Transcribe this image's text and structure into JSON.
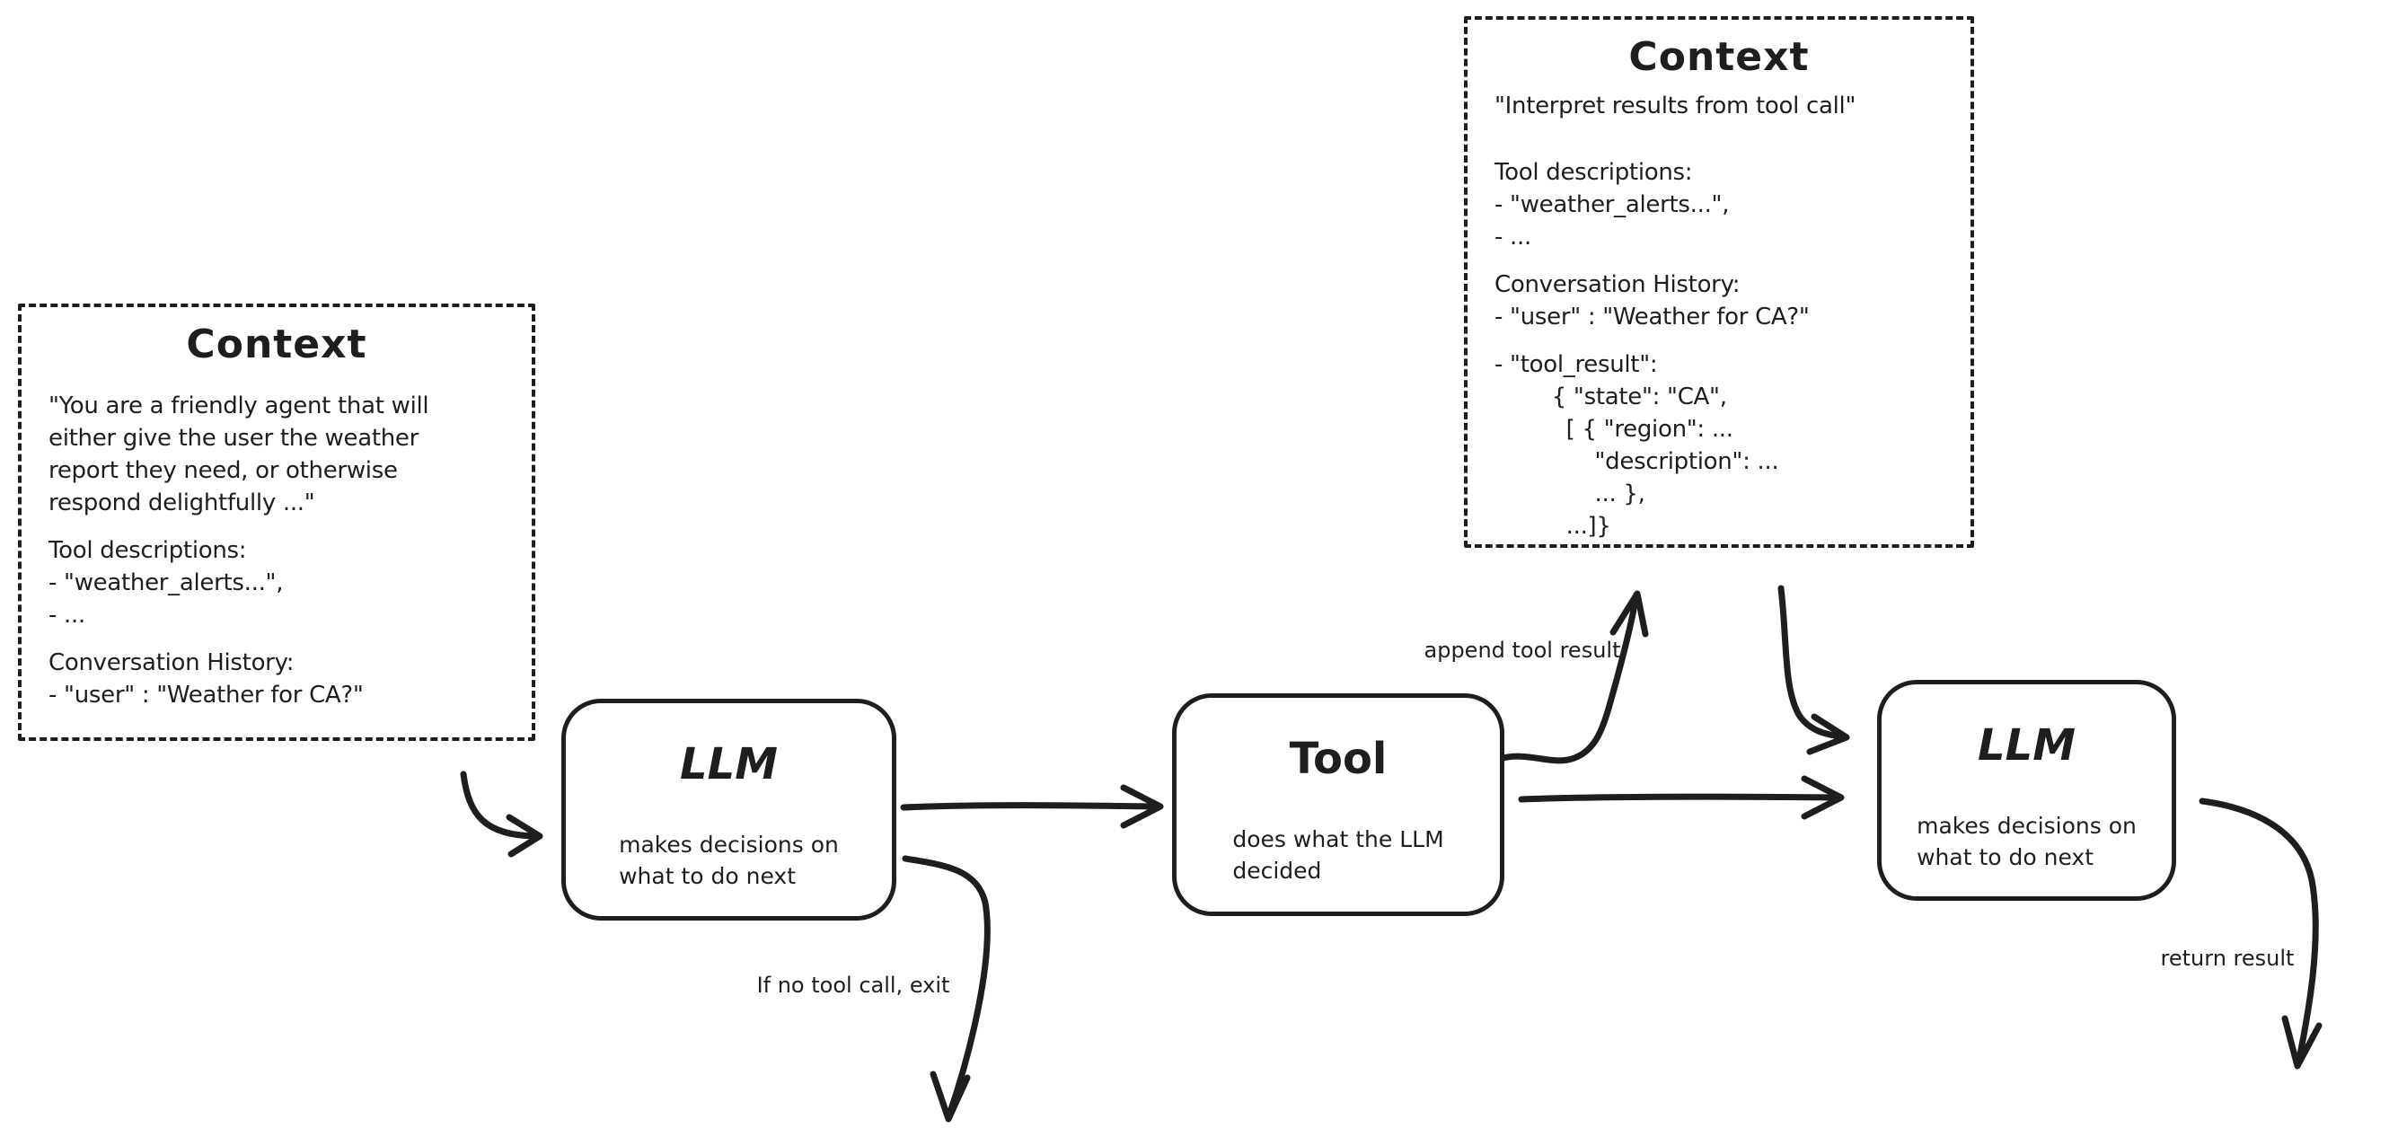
{
  "colors": {
    "ink": "#1e1e1e",
    "background": "#ffffff"
  },
  "context_left": {
    "title": "Context",
    "p1": "\"You are a friendly agent that will\neither give the user the weather\nreport they need, or otherwise\nrespond delightfully ...\"",
    "p2": "Tool descriptions:\n- \"weather_alerts...\",\n- ...",
    "p3": "Conversation History:\n- \"user\" : \"Weather for CA?\""
  },
  "context_right": {
    "title": "Context",
    "p1": "\"Interpret results from tool call\"",
    "p2": "Tool descriptions:\n- \"weather_alerts...\",\n- ...",
    "p3": "Conversation History:\n- \"user\" : \"Weather for CA?\"",
    "p4": "- \"tool_result\":\n        { \"state\": \"CA\",\n          [ { \"region\": ...\n              \"description\": ...\n              ... },\n          ...]}"
  },
  "llm1": {
    "title": "LLM",
    "subtitle": "makes decisions on\nwhat to do next"
  },
  "tool": {
    "title": "Tool",
    "subtitle": "does what the LLM\ndecided"
  },
  "llm2": {
    "title": "LLM",
    "subtitle": "makes decisions on\nwhat to do next"
  },
  "labels": {
    "append_tool_result": "append tool result",
    "no_tool_exit": "If no tool call, exit",
    "return_result": "return result"
  }
}
